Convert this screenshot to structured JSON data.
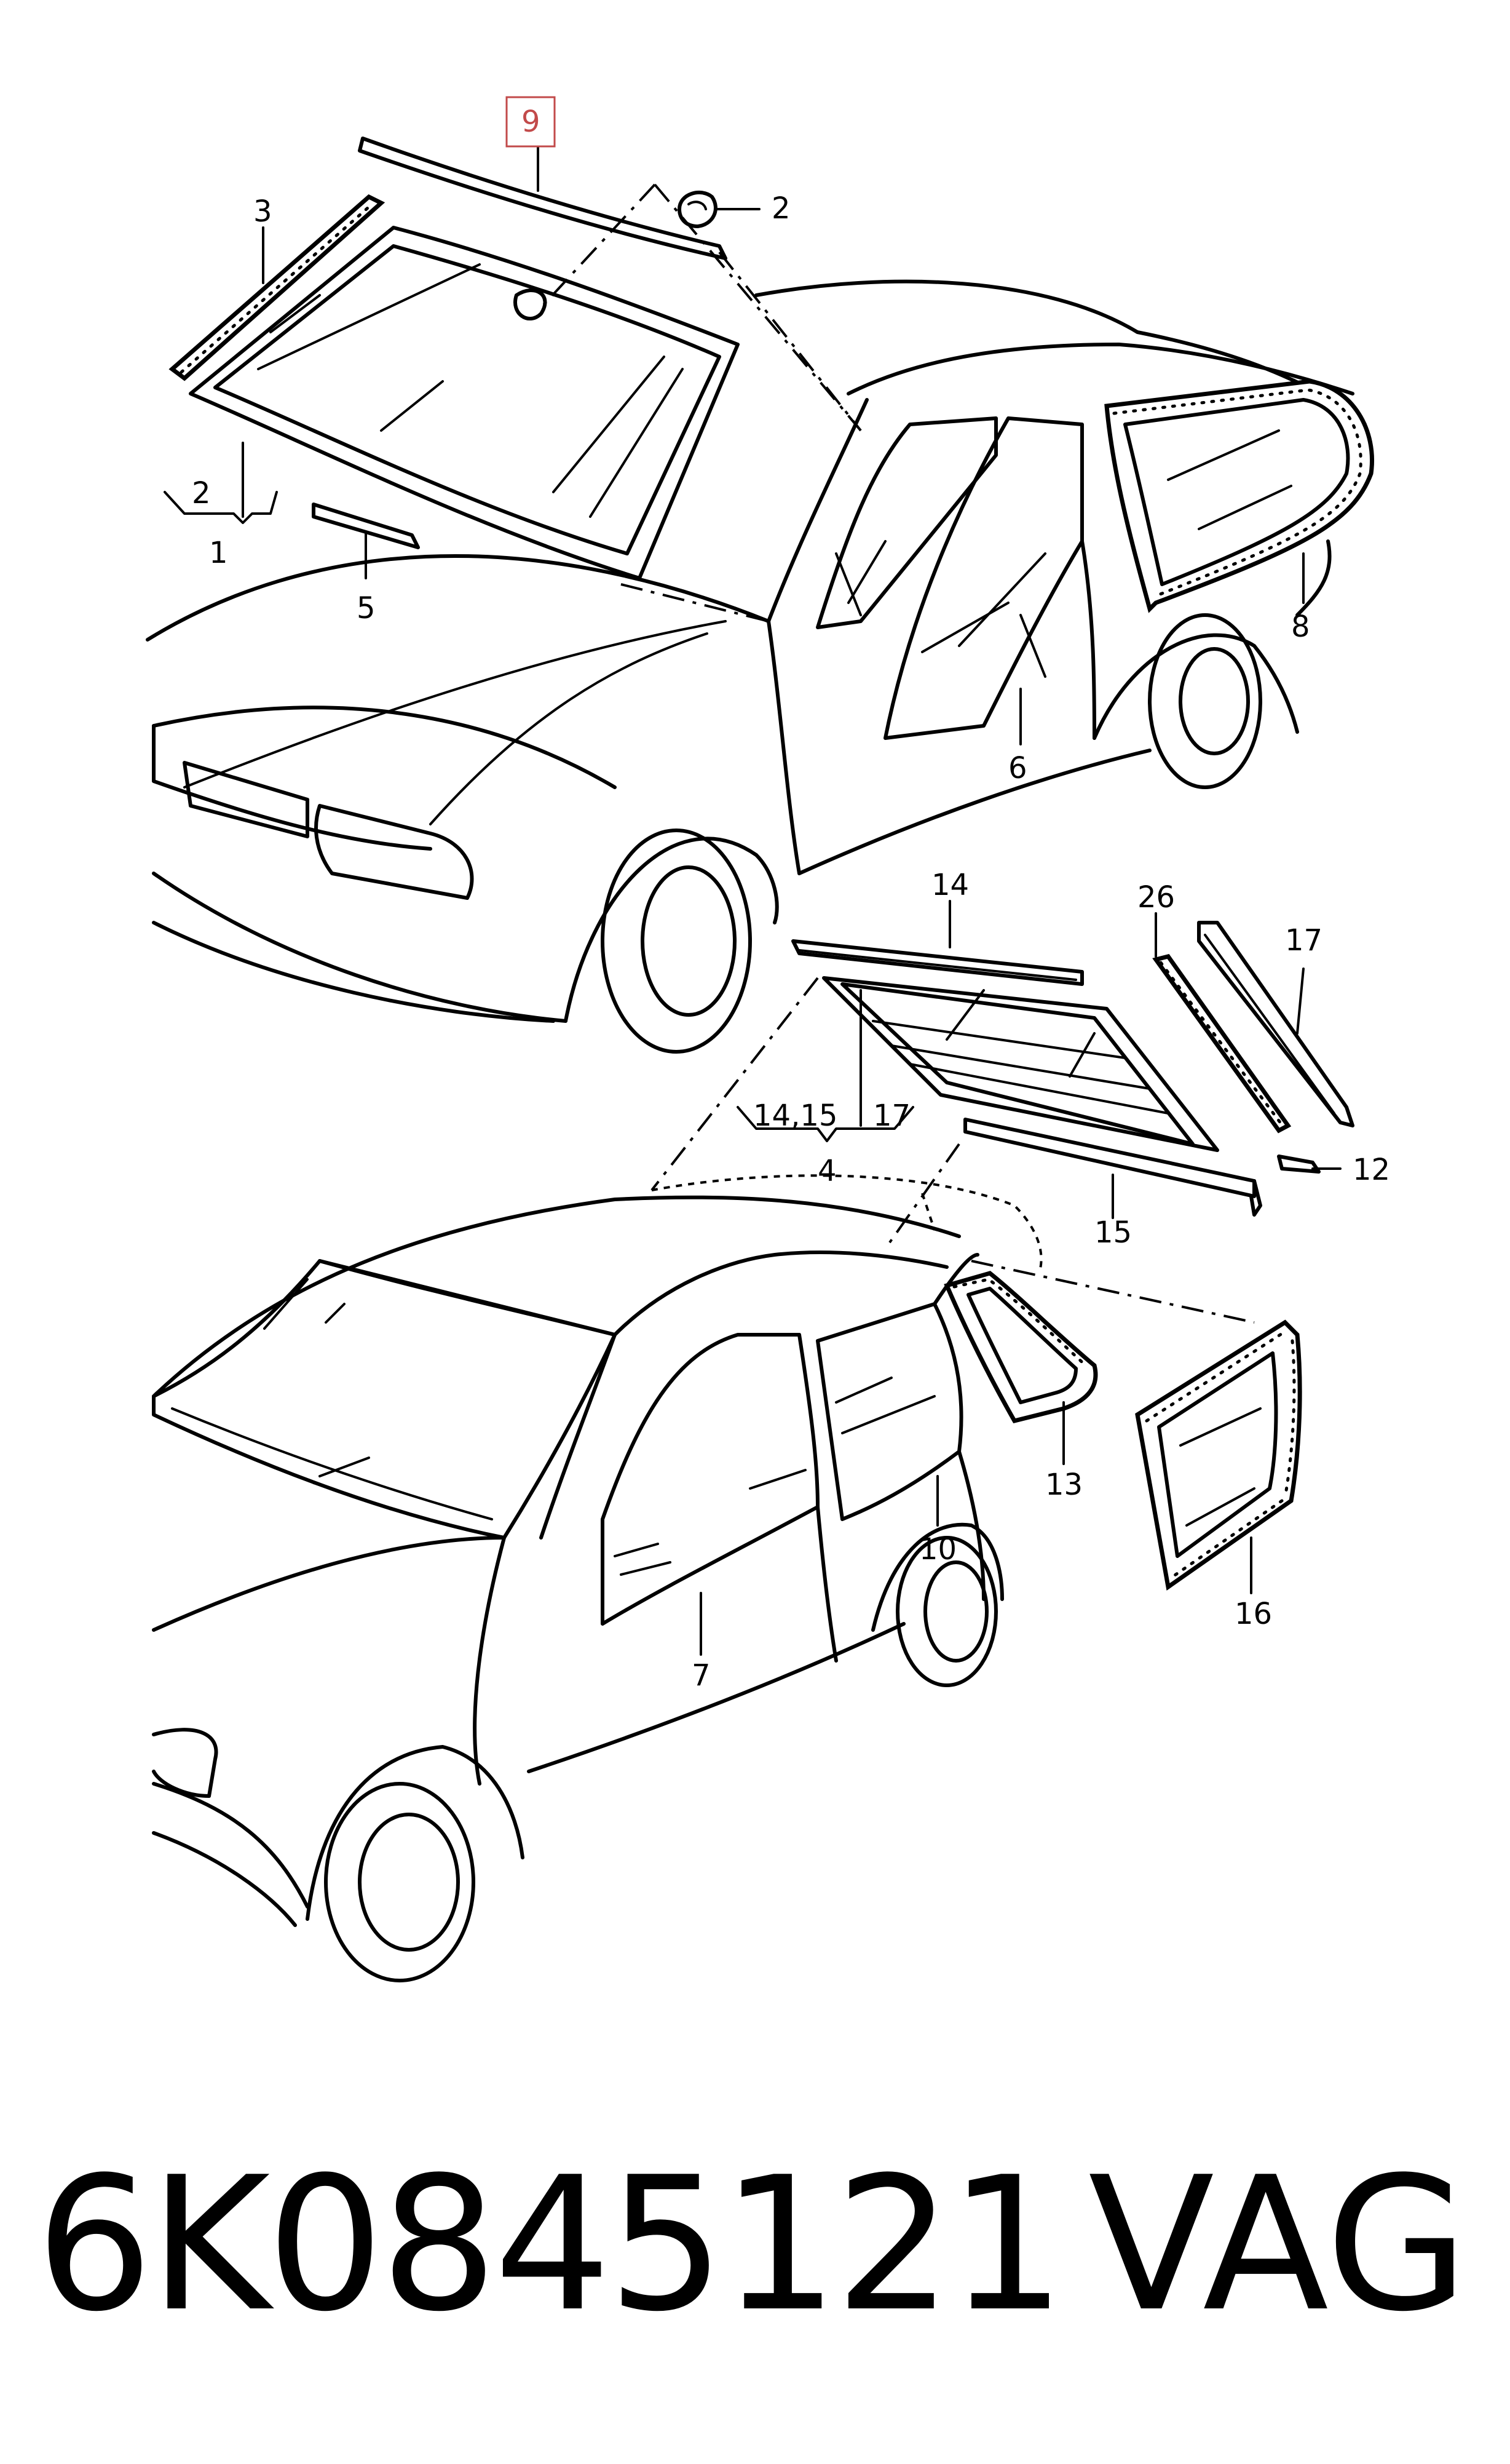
{
  "callouts": {
    "c1": "1",
    "c2a": "2",
    "c2b": "2",
    "c3": "3",
    "c4": "4",
    "c5": "5",
    "c6": "6",
    "c7": "7",
    "c8": "8",
    "c9": "9",
    "c10": "10",
    "c12": "12",
    "c13": "13",
    "c14": "14",
    "c14_15": "14,15",
    "c15": "15",
    "c16": "16",
    "c17a": "17",
    "c17b": "17",
    "c26": "26"
  },
  "highlight_color": "#c24a4a",
  "footer": {
    "part_number": "6K0845121",
    "brand": "VAG"
  }
}
